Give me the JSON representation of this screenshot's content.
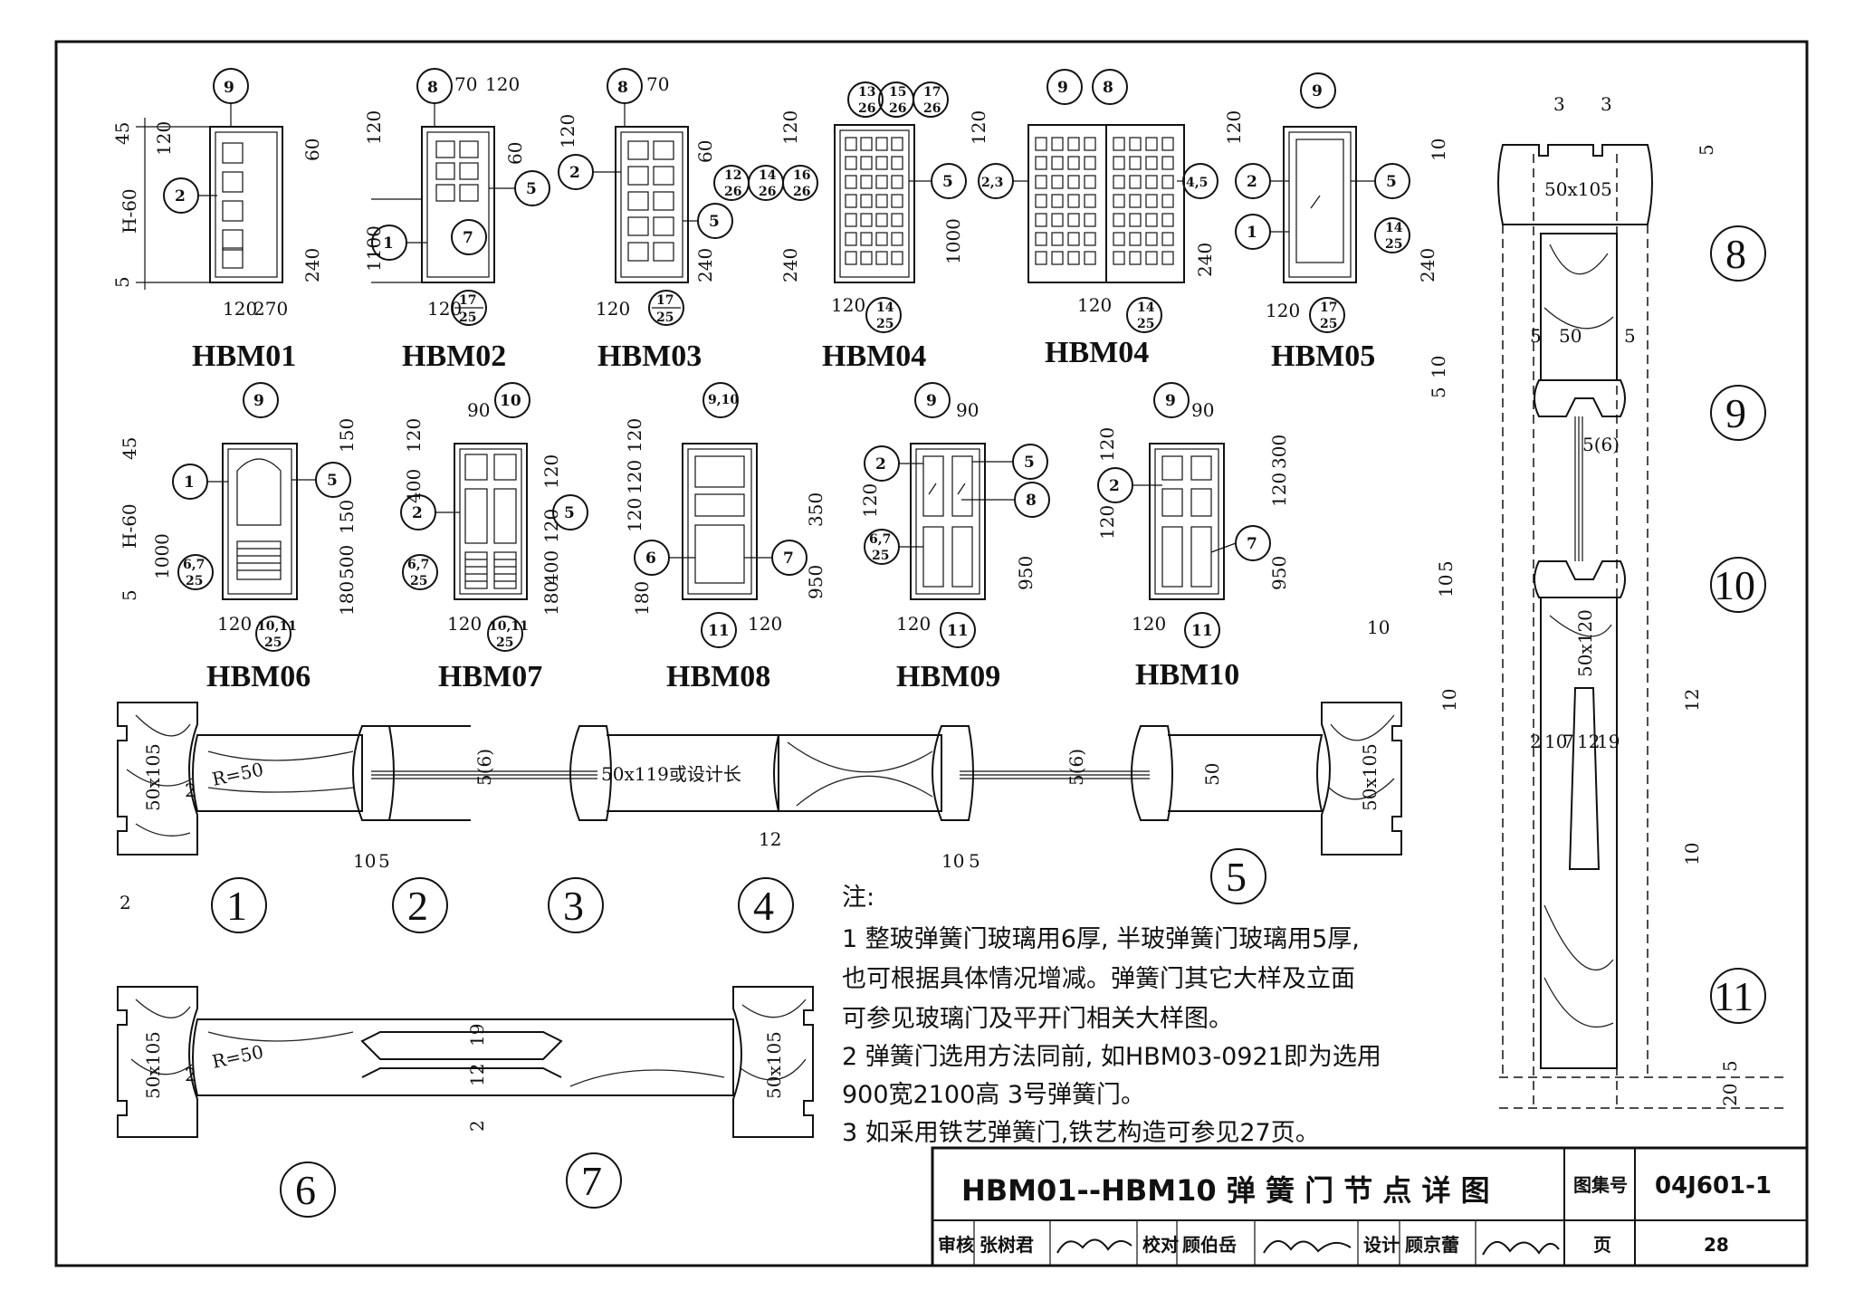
{
  "doors_row1": [
    {
      "id": "HBM01",
      "dims": [
        "120",
        "270",
        "45",
        "120",
        "H-60",
        "5",
        "60",
        "240"
      ],
      "tags": [
        "9",
        "2"
      ]
    },
    {
      "id": "HBM02",
      "dims": [
        "70",
        "120",
        "120",
        "1100",
        "60",
        "120"
      ],
      "tags": [
        "8",
        "5",
        "1",
        "7"
      ],
      "frac": [
        "17",
        "25"
      ]
    },
    {
      "id": "HBM03",
      "dims": [
        "70",
        "120",
        "60",
        "240",
        "120"
      ],
      "tags": [
        "8",
        "2",
        "5"
      ],
      "frac": [
        "17",
        "25"
      ]
    },
    {
      "id": "HBM04",
      "dims": [
        "120",
        "1000",
        "240",
        "120"
      ],
      "tags": [
        "5",
        "2,3"
      ],
      "fracs": [
        [
          "13",
          "26"
        ],
        [
          "15",
          "26"
        ],
        [
          "17",
          "26"
        ],
        [
          "12",
          "26"
        ],
        [
          "14",
          "26"
        ],
        [
          "16",
          "26"
        ],
        [
          "14",
          "25"
        ]
      ]
    },
    {
      "id": "HBM04",
      "dims": [
        "120",
        "240",
        "120"
      ],
      "tags": [
        "9",
        "8",
        "4,5"
      ],
      "frac": [
        "14",
        "25"
      ]
    },
    {
      "id": "HBM05",
      "dims": [
        "120",
        "120",
        "240"
      ],
      "tags": [
        "9",
        "2",
        "5",
        "1"
      ],
      "fracs": [
        [
          "14",
          "25"
        ],
        [
          "17",
          "25"
        ]
      ]
    }
  ],
  "doors_row2": [
    {
      "id": "HBM06",
      "dims": [
        "45",
        "H-60",
        "5",
        "1000",
        "150",
        "150",
        "500",
        "180",
        "120"
      ],
      "tags": [
        "9",
        "1",
        "5"
      ],
      "fracs": [
        [
          "6,7",
          "25"
        ],
        [
          "10,11",
          "25"
        ]
      ]
    },
    {
      "id": "HBM07",
      "dims": [
        "90",
        "120",
        "400",
        "120",
        "400",
        "180",
        "120",
        "120"
      ],
      "tags": [
        "10",
        "2",
        "5"
      ],
      "fracs": [
        [
          "6,7",
          "25"
        ],
        [
          "10,11",
          "25"
        ]
      ]
    },
    {
      "id": "HBM08",
      "dims": [
        "120",
        "120",
        "120",
        "350",
        "950",
        "180",
        "120"
      ],
      "tags": [
        "9,10",
        "6",
        "7",
        "11"
      ]
    },
    {
      "id": "HBM09",
      "dims": [
        "90",
        "120",
        "950",
        "120"
      ],
      "tags": [
        "9",
        "2",
        "5",
        "8",
        "11"
      ],
      "fracs": [
        [
          "6,7",
          "25"
        ]
      ]
    },
    {
      "id": "HBM10",
      "dims": [
        "90",
        "120",
        "120",
        "300",
        "120",
        "950",
        "120"
      ],
      "tags": [
        "9",
        "2",
        "7",
        "11"
      ]
    }
  ],
  "sections": {
    "row_a_labels": [
      "1",
      "2",
      "3",
      "4",
      "5"
    ],
    "row_b_labels": [
      "6",
      "7"
    ],
    "right_labels": [
      "8",
      "9",
      "10",
      "11"
    ],
    "texts": [
      "50x105",
      "R=50",
      "5(6)",
      "50x119或设计长",
      "2",
      "10",
      "5",
      "50",
      "10",
      "2",
      "12",
      "19"
    ],
    "right_texts": [
      "3",
      "3",
      "10",
      "5",
      "50x105",
      "5",
      "50",
      "5",
      "5",
      "10",
      "5(6)",
      "10",
      "5",
      "50x120",
      "10",
      "12",
      "2",
      "10",
      "7",
      "12",
      "19",
      "10",
      "20",
      "5"
    ]
  },
  "notes": {
    "heading": "注:",
    "items": [
      "1  整玻弹簧门玻璃用6厚, 半玻弹簧门玻璃用5厚,",
      "    也可根据具体情况增减。弹簧门其它大样及立面",
      "    可参见玻璃门及平开门相关大样图。",
      "2  弹簧门选用方法同前, 如HBM03-0921即为选用",
      "    900宽2100高  3号弹簧门。",
      "3  如采用铁艺弹簧门,铁艺构造可参见27页。"
    ]
  },
  "title_block": {
    "title": "HBM01--HBM10   弹 簧 门 节 点 详 图",
    "atlas_label": "图集号",
    "atlas_no": "04J601-1",
    "page_label": "页",
    "page_no": "28",
    "review_label": "审核",
    "reviewer": "张树君",
    "check_label": "校对",
    "checker": "顾伯岳",
    "design_label": "设计",
    "designer": "顾京蕾"
  }
}
